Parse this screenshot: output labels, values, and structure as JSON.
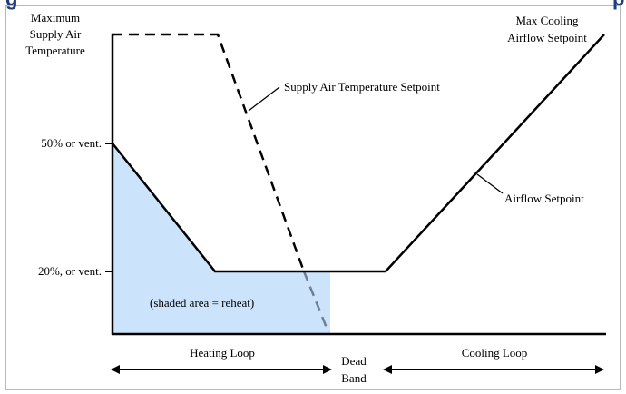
{
  "title_fragment_left": "g",
  "title_fragment_right": "p",
  "labels": {
    "max_supply_air_line1": "Maximum",
    "max_supply_air_line2": "Supply Air",
    "max_supply_air_line3": "Temperature",
    "fifty_percent": "50% or vent.",
    "twenty_percent": "20%, or vent.",
    "supply_air_temp_setpoint": "Supply Air Temperature Setpoint",
    "max_cooling_line1": "Max Cooling",
    "max_cooling_line2": "Airflow Setpoint",
    "airflow_setpoint": "Airflow Setpoint",
    "shaded_area": "(shaded area = reheat)",
    "heating_loop": "Heating Loop",
    "dead_band_line1": "Dead",
    "dead_band_line2": "Band",
    "cooling_loop": "Cooling Loop"
  },
  "colors": {
    "reheat_fill": "#cce4fb",
    "reheat_dash": "#6c7f97",
    "line": "#000000",
    "frame": "#9aa0a6",
    "title": "#1f3f7a"
  }
}
